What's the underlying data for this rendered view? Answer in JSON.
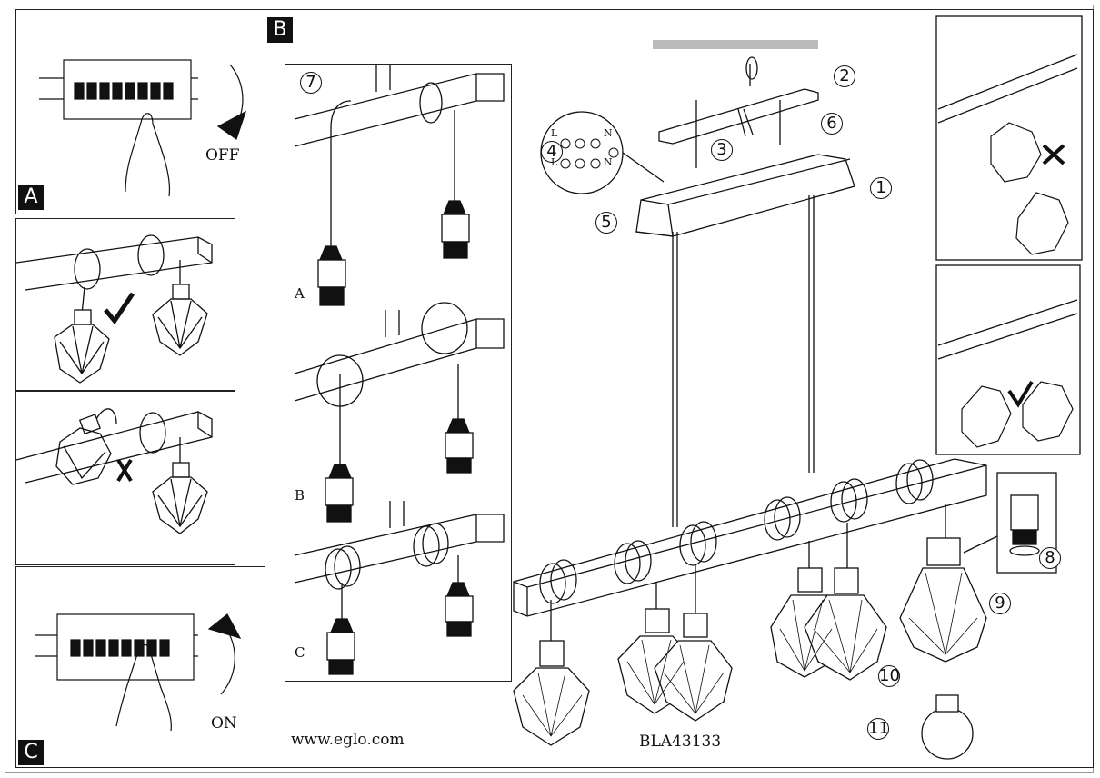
{
  "panels": {
    "A": {
      "tag": "A",
      "switch_label": "OFF"
    },
    "B": {
      "tag": "B"
    },
    "C": {
      "tag": "C",
      "switch_label": "ON"
    }
  },
  "inset_7": {
    "step": "7",
    "sub_labels": [
      "A",
      "B",
      "C"
    ]
  },
  "steps": [
    "1",
    "2",
    "3",
    "4",
    "5",
    "6",
    "8",
    "9",
    "10",
    "11"
  ],
  "terminal": {
    "left": [
      "L",
      "L"
    ],
    "right": [
      "N",
      "N"
    ]
  },
  "footer": {
    "website": "www.eglo.com",
    "model": "BLA43133"
  }
}
